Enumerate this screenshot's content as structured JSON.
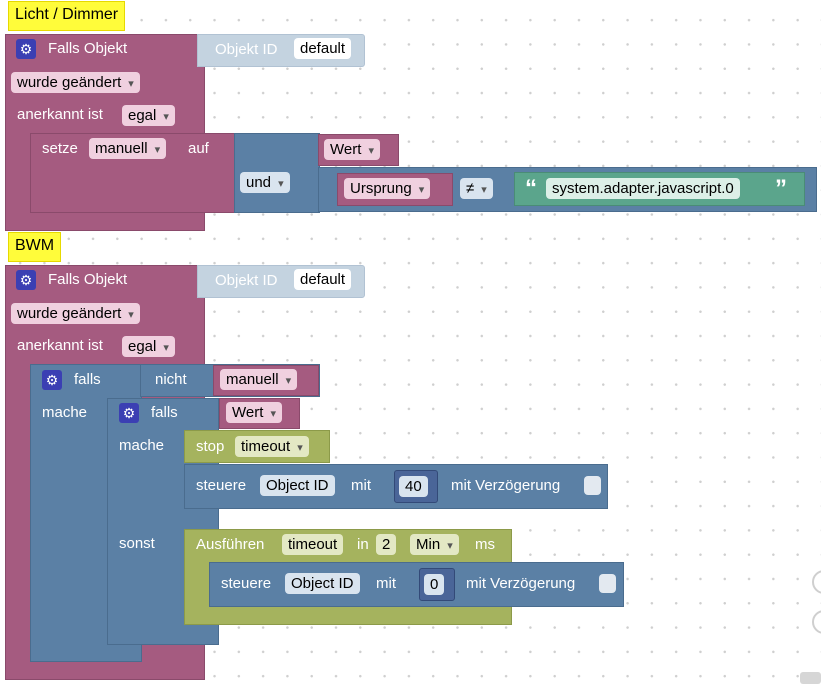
{
  "comments": {
    "licht": "Licht / Dimmer",
    "bwm": "BWM"
  },
  "block1": {
    "trigger_label": "Falls Objekt",
    "objekt_id_label": "Objekt ID",
    "objekt_id_value": "default",
    "changed_dropdown": "wurde geändert",
    "ack_label": "anerkannt ist",
    "ack_value": "egal",
    "setze_label": "setze",
    "setze_var": "manuell",
    "auf_label": "auf",
    "und_label": "und",
    "wert_label": "Wert",
    "ursprung_label": "Ursprung",
    "neq_label": "≠",
    "quote_open": "“",
    "string_value": "system.adapter.javascript.0",
    "quote_close": "”"
  },
  "block2": {
    "trigger_label": "Falls Objekt",
    "objekt_id_label": "Objekt ID",
    "objekt_id_value": "default",
    "changed_dropdown": "wurde geändert",
    "ack_label": "anerkannt ist",
    "ack_value": "egal",
    "falls_label": "falls",
    "nicht_label": "nicht",
    "manuell_var": "manuell",
    "mache_label": "mache",
    "inner_falls_label": "falls",
    "wert_label": "Wert",
    "inner_mache_label": "mache",
    "stop_label": "stop",
    "timeout_var": "timeout",
    "steuere_label": "steuere",
    "object_id_label": "Object ID",
    "mit_label": "mit",
    "value_40": "40",
    "mit_verzoegerung": "mit Verzögerung",
    "sonst_label": "sonst",
    "ausfuehren_label": "Ausführen",
    "timeout_var2": "timeout",
    "in_label": "in",
    "in_value": "2",
    "unit_dropdown": "Min",
    "ms_label": "ms",
    "steuere2_label": "steuere",
    "object_id2_label": "Object ID",
    "mit2_label": "mit",
    "value_0": "0",
    "mit_verzoegerung2": "mit Verzögerung"
  }
}
